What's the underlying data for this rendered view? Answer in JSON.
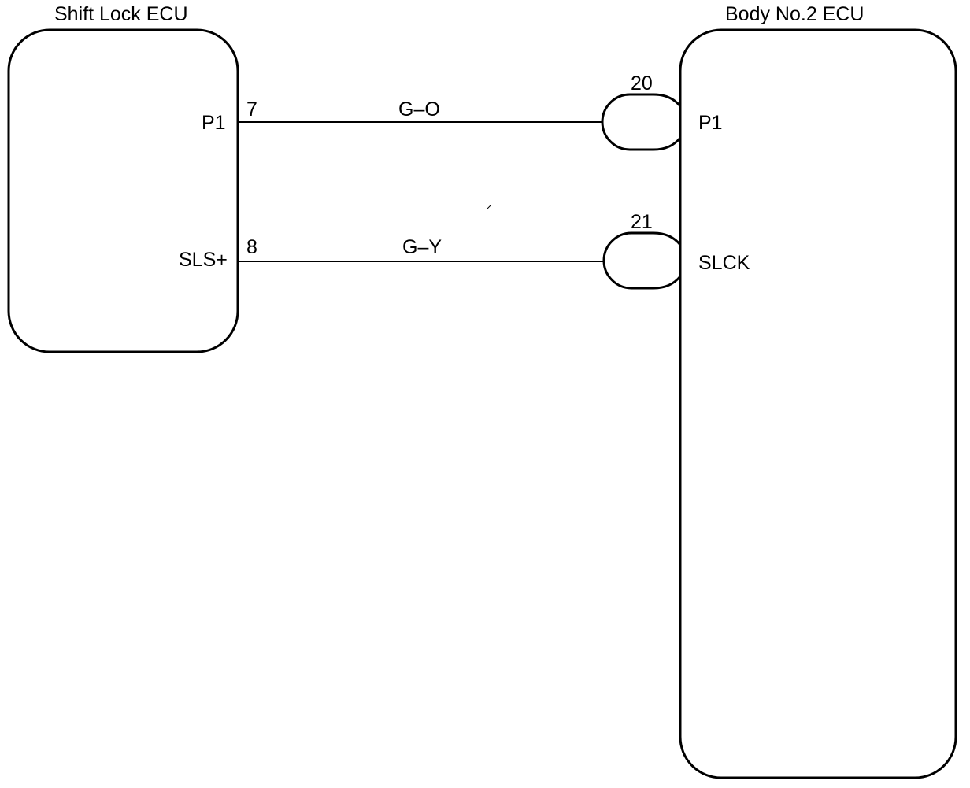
{
  "left_ecu": {
    "title": "Shift Lock ECU",
    "pins": [
      {
        "name": "P1",
        "number": "7"
      },
      {
        "name": "SLS+",
        "number": "8"
      }
    ]
  },
  "right_ecu": {
    "title": "Body No.2 ECU",
    "pins": [
      {
        "name": "P1",
        "number": "20"
      },
      {
        "name": "SLCK",
        "number": "21"
      }
    ]
  },
  "wires": [
    {
      "color_code": "G–O"
    },
    {
      "color_code": "G–Y"
    }
  ]
}
